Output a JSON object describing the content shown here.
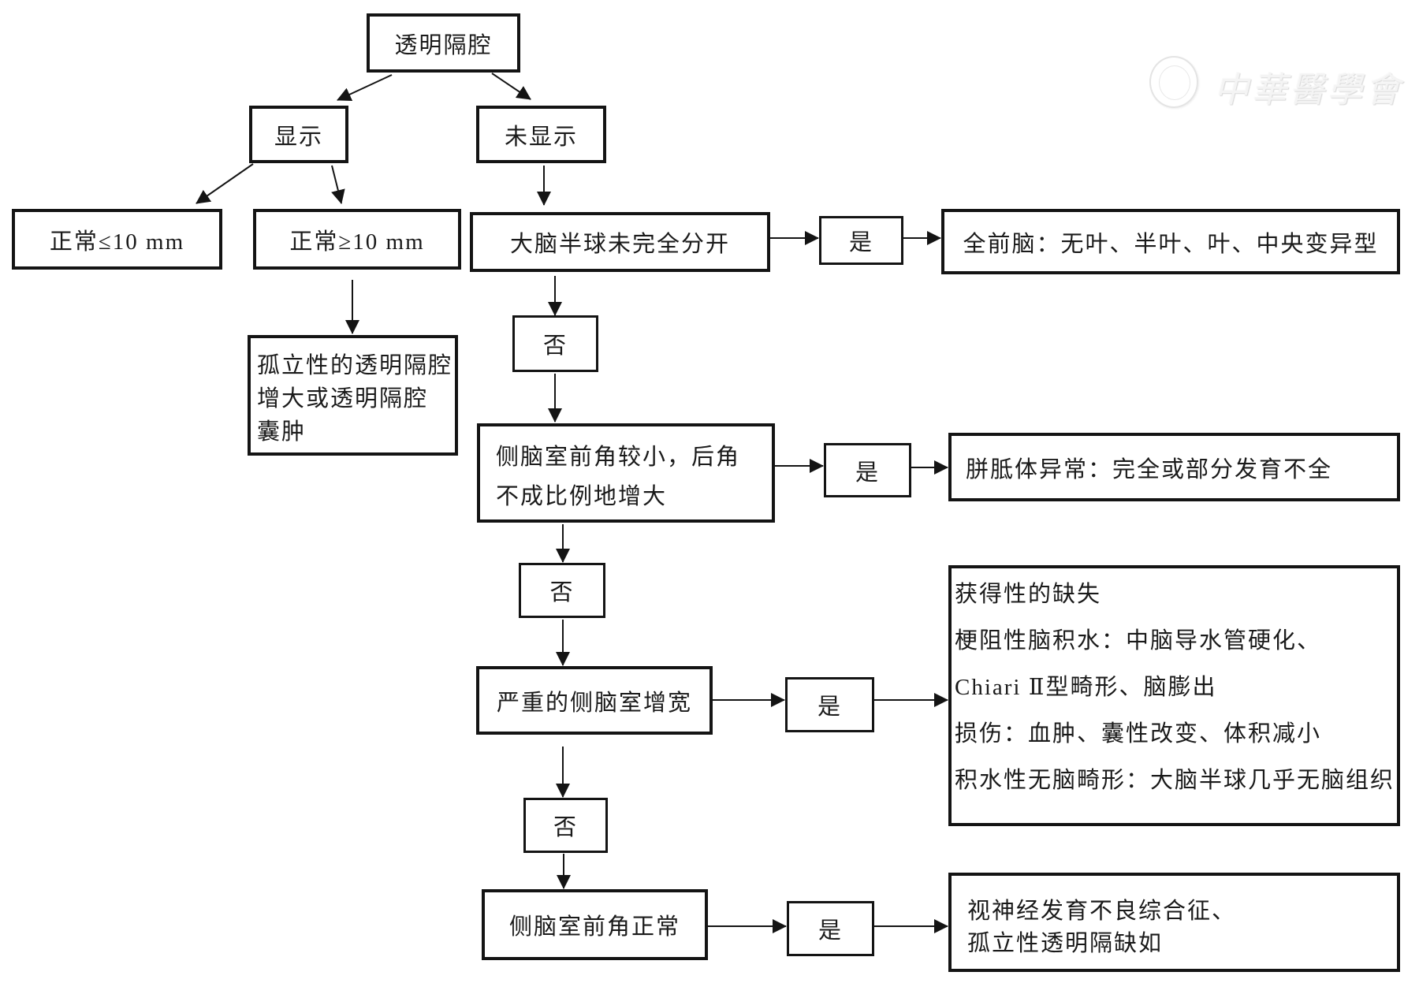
{
  "watermark": {
    "text": "中華醫學會",
    "seal": "association-seal"
  },
  "nodes": {
    "root": "透明隔腔",
    "shown": "显示",
    "not_shown": "未显示",
    "normal_le": "正常≤10 mm",
    "normal_ge": "正常≥10 mm",
    "isolated_cavum": [
      "孤立性的透明隔腔",
      "增大或透明隔腔",
      "囊肿"
    ],
    "q1": "大脑半球未完全分开",
    "q1_yes": "是",
    "q1_result": "全前脑：无叶、半叶、叶、中央变异型",
    "q1_no": "否",
    "q2": [
      "侧脑室前角较小，后角",
      "不成比例地增大"
    ],
    "q2_yes": "是",
    "q2_result": "胼胝体异常：完全或部分发育不全",
    "q2_no": "否",
    "q3": "严重的侧脑室增宽",
    "q3_yes": "是",
    "q3_result": [
      "获得性的缺失",
      "梗阻性脑积水：中脑导水管硬化、",
      "Chiari  Ⅱ型畸形、脑膨出",
      "损伤：血肿、囊性改变、体积减小",
      "积水性无脑畸形：大脑半球几乎无脑组织"
    ],
    "q3_no": "否",
    "q4": "侧脑室前角正常",
    "q4_yes": "是",
    "q4_result": [
      "视神经发育不良综合征、",
      "孤立性透明隔缺如"
    ]
  },
  "colors": {
    "stroke": "#141414",
    "background": "#ffffff",
    "watermark": "#e0e0e0"
  }
}
